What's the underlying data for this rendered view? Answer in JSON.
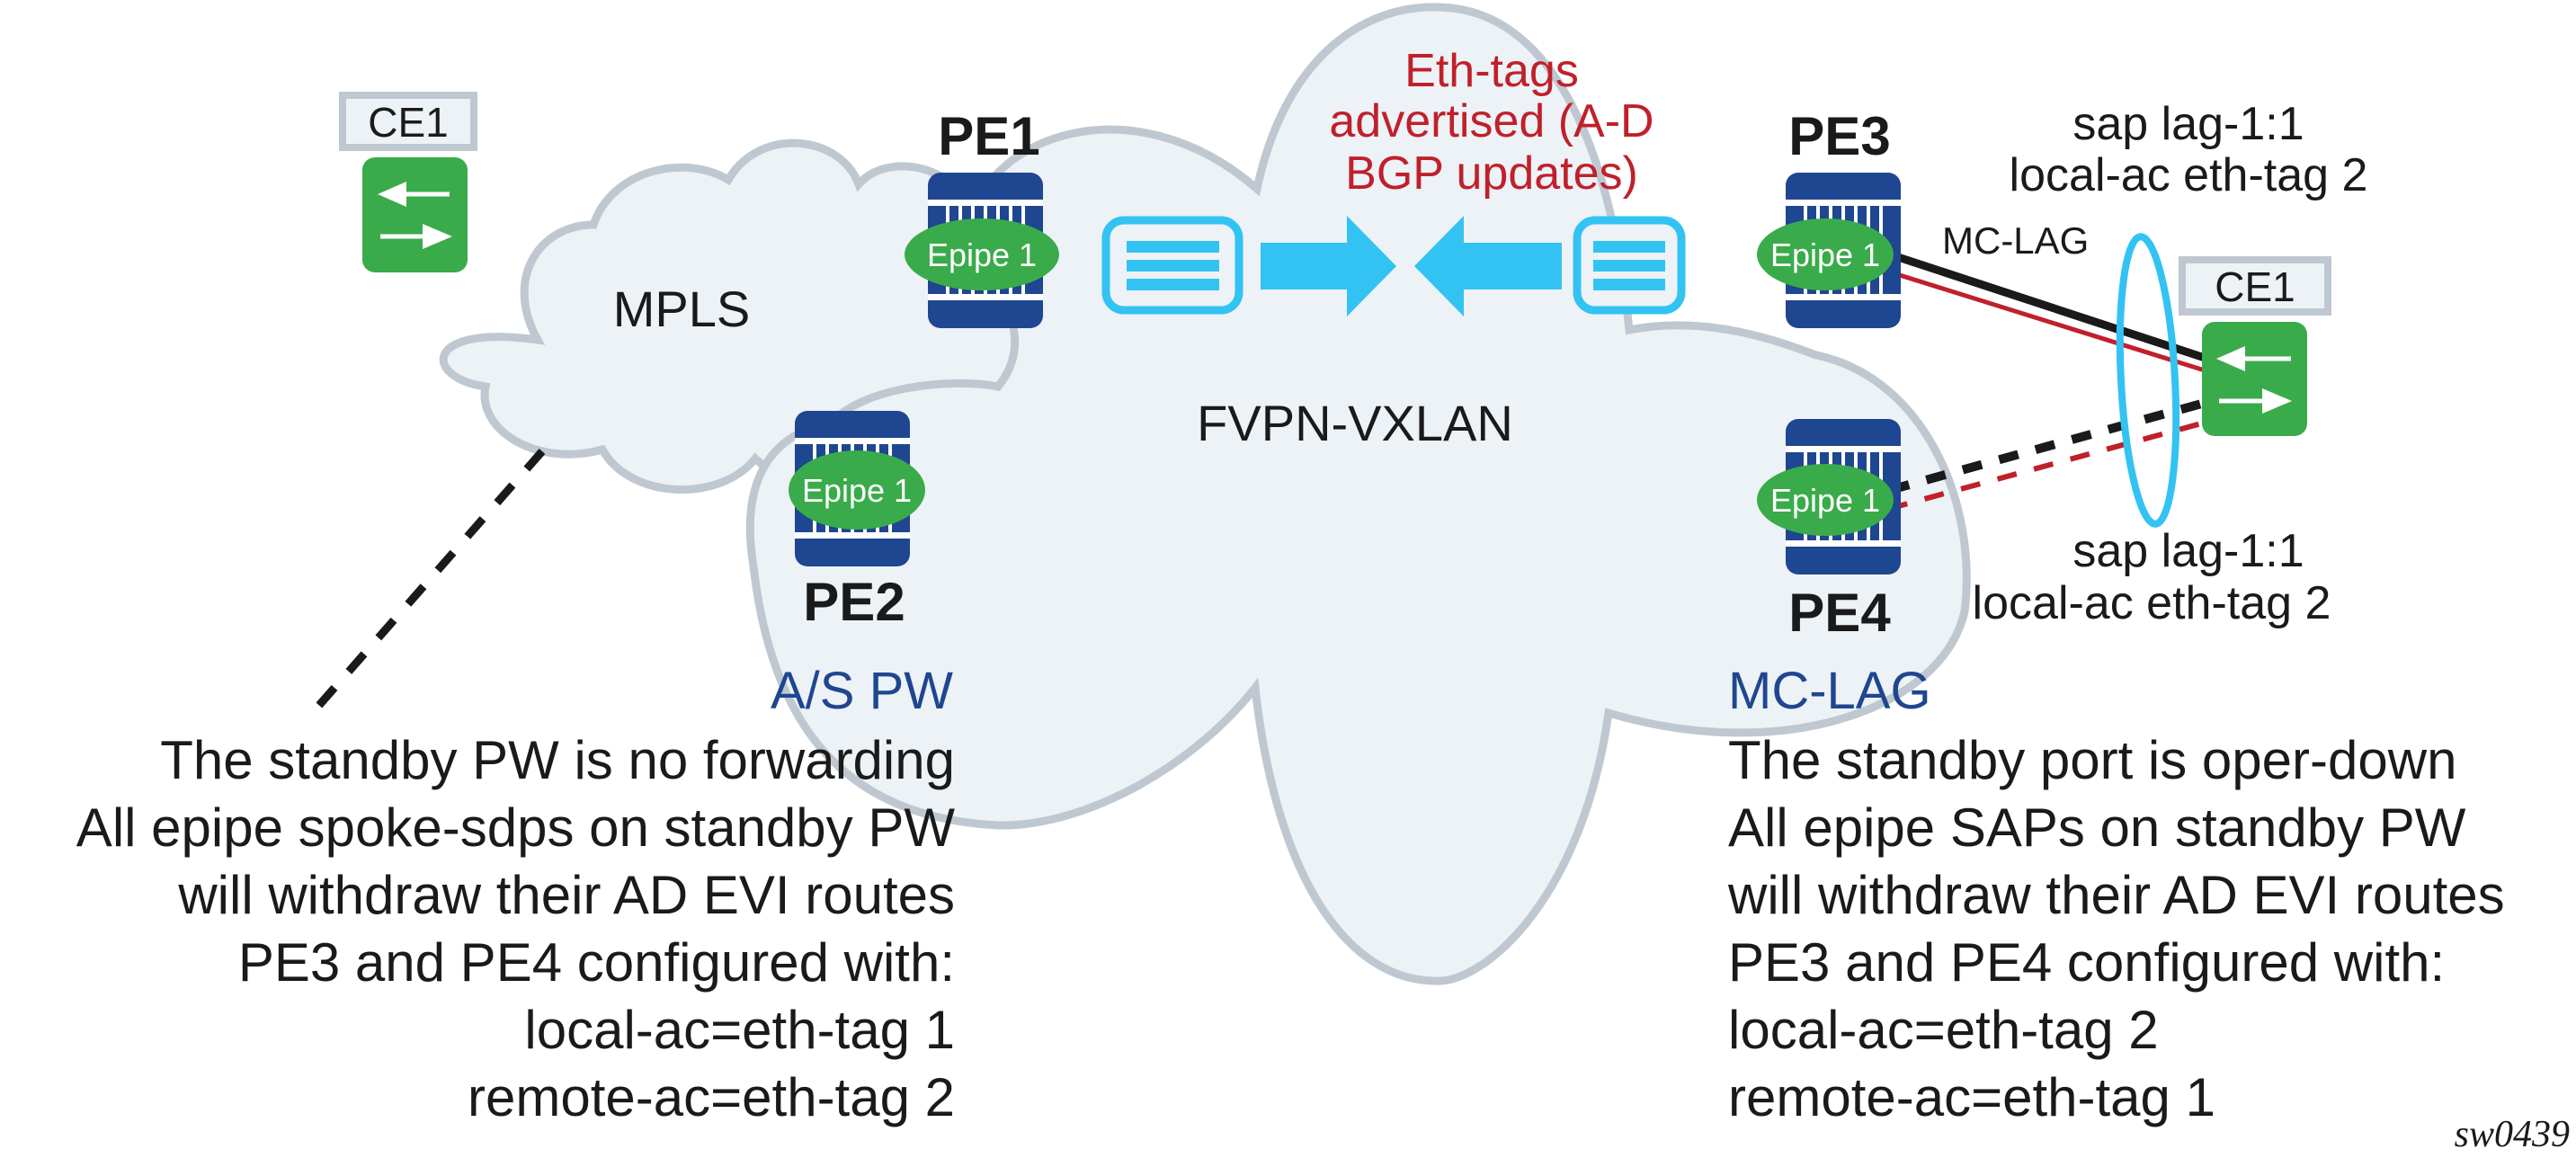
{
  "diagram": {
    "figure_id": "sw0439",
    "colors": {
      "cloud_fill": "#edf2f7",
      "cloud_stroke": "#bfc8d1",
      "router_blue": "#1f4690",
      "epipe_green": "#3aab4a",
      "switch_green": "#3aab4a",
      "bgp_cyan": "#33c3f2",
      "lag_ellipse": "#33c3f2",
      "active_link_black": "#1a1a1a",
      "link_red": "#c0202a",
      "label_blue": "#1f4690",
      "annotation_red": "#c0202a"
    },
    "clouds": {
      "mpls": {
        "label": "MPLS"
      },
      "evpn": {
        "label": "FVPN-VXLAN"
      }
    },
    "bgp_annotation": {
      "lines": [
        "Eth-tags",
        "advertised (A-D",
        "BGP updates)"
      ]
    },
    "ce_left": {
      "label": "CE1"
    },
    "ce_right": {
      "label": "CE1"
    },
    "routers": [
      {
        "id": "PE1",
        "label": "PE1",
        "service": "Epipe 1"
      },
      {
        "id": "PE2",
        "label": "PE2",
        "service": "Epipe 1"
      },
      {
        "id": "PE3",
        "label": "PE3",
        "service": "Epipe 1"
      },
      {
        "id": "PE4",
        "label": "PE4",
        "service": "Epipe 1"
      }
    ],
    "pe3_sap": {
      "lines": [
        "sap lag-1:1",
        "local-ac eth-tag 2"
      ]
    },
    "pe4_sap": {
      "lines": [
        "sap lag-1:1",
        "local-ac eth-tag 2"
      ]
    },
    "mc_lag_link_label": "MC-LAG",
    "left_section": {
      "title": "A/S PW",
      "lines": [
        "The standby PW is no forwarding",
        "All epipe spoke-sdps on standby PW",
        "will withdraw their AD EVI routes",
        "PE3 and PE4 configured with:",
        "local-ac=eth-tag 1",
        "remote-ac=eth-tag 2"
      ]
    },
    "right_section": {
      "title": "MC-LAG",
      "lines": [
        "The standby port is oper-down",
        "All epipe SAPs on standby PW",
        "will withdraw their AD EVI routes",
        "PE3 and PE4 configured with:",
        "local-ac=eth-tag 2",
        "remote-ac=eth-tag 1"
      ]
    }
  }
}
